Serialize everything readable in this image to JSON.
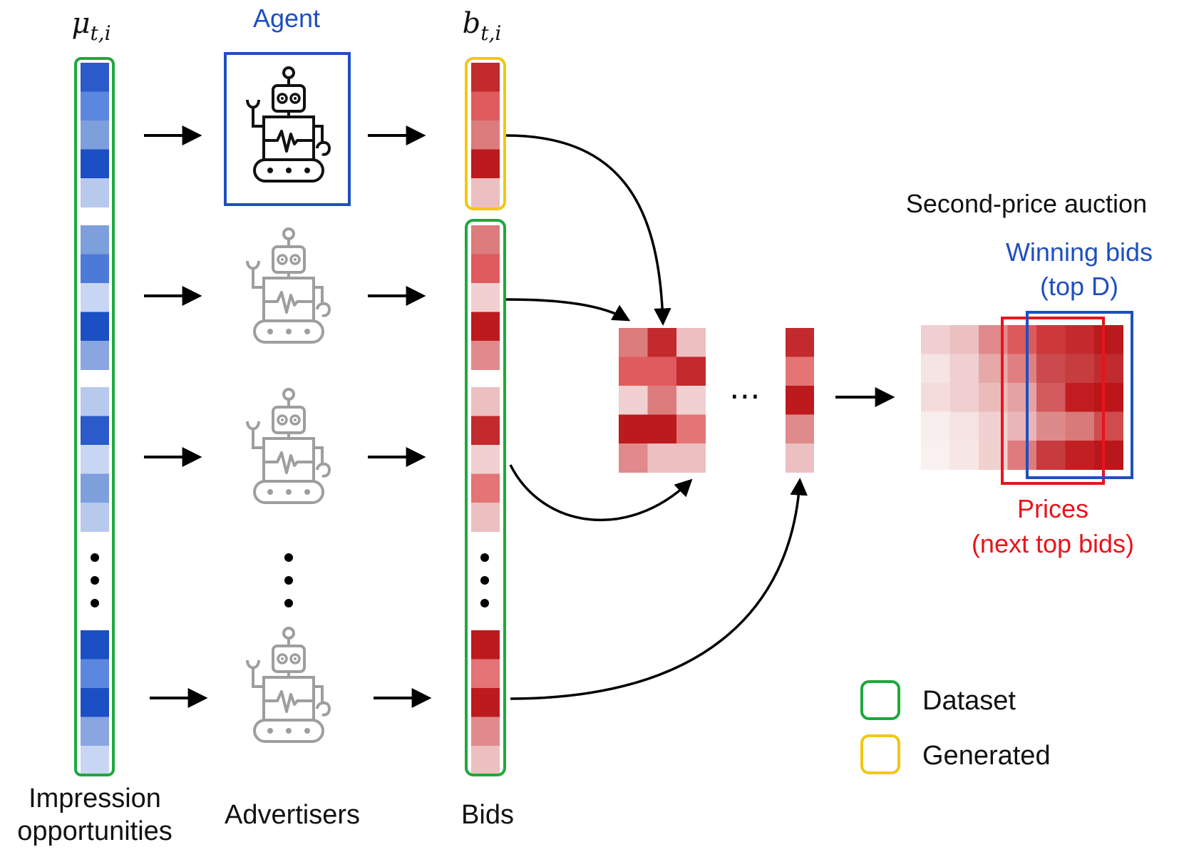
{
  "labels": {
    "mu_symbol": "μ",
    "mu_subscript": "t,i",
    "agent": "Agent",
    "b_symbol": "b",
    "b_subscript": "t,i",
    "impression_line1": "Impression",
    "impression_line2": "opportunities",
    "advertisers": "Advertisers",
    "bids": "Bids",
    "auction_title": "Second-price auction",
    "winning_line1": "Winning bids",
    "winning_line2": "(top D)",
    "prices_line1": "Prices",
    "prices_line2": "(next top bids)",
    "ellipsis": "⋯"
  },
  "legend": [
    {
      "label": "Dataset",
      "color": "#1ea83c"
    },
    {
      "label": "Generated",
      "color": "#f2c80f"
    }
  ],
  "colors": {
    "dataset_border": "#1ea83c",
    "generated_border": "#f2c80f",
    "agent_blue": "#1f4fbf",
    "prices_red": "#e8141c",
    "robot_agent": "#111111",
    "robot_other": "#9e9e9e",
    "arrow": "#000000"
  },
  "impression_column": {
    "segments": [
      [
        "#2a5bc9",
        "#5b87de",
        "#7d9fdc",
        "#1b4fc4",
        "#b8c9ee"
      ],
      [
        "#7d9fdc",
        "#4b7ad8",
        "#c9d6f3",
        "#1b4fc4",
        "#8aa6e0"
      ],
      [
        "#b8c9ee",
        "#2a5bc9",
        "#c9d6f3",
        "#7d9fdc",
        "#b8c9ee"
      ],
      [
        "#1b4fc4",
        "#5b87de",
        "#1b4fc4",
        "#8aa6e0",
        "#c9d6f3"
      ]
    ]
  },
  "bids_column": {
    "generated": [
      "#c22a2e",
      "#e05b5d",
      "#dc7c7d",
      "#bd1a1e",
      "#ecbfc0"
    ],
    "dataset": [
      [
        "#dc7c7d",
        "#e05b5d",
        "#f1d0d1",
        "#bd1a1e",
        "#e08a8c"
      ],
      [
        "#ecbfc0",
        "#c22a2e",
        "#f1d0d1",
        "#e47476",
        "#ecbfc0"
      ],
      [
        "#bd1a1e",
        "#e47476",
        "#bd1a1e",
        "#e08a8c",
        "#ecbfc0"
      ]
    ]
  },
  "bid_matrix": {
    "cells": [
      [
        "#dc7c7d",
        "#c22a2e",
        "#ecbfc0"
      ],
      [
        "#e05b5d",
        "#e05b5d",
        "#c22a2e"
      ],
      [
        "#f1d0d1",
        "#dc7c7d",
        "#f1d0d1"
      ],
      [
        "#bd1a1e",
        "#bd1a1e",
        "#e47476"
      ],
      [
        "#e08a8c",
        "#ecbfc0",
        "#ecbfc0"
      ]
    ],
    "last_column": [
      "#c22a2e",
      "#e47476",
      "#bd1a1e",
      "#e08a8c",
      "#ecbfc0"
    ]
  },
  "sorted_matrix": {
    "cells": [
      [
        "#f1cfd0",
        "#ecc0c1",
        "#e08a8c",
        "#dc5a5c",
        "#cf383b",
        "#c42a2d",
        "#ba191d"
      ],
      [
        "#f6e3e3",
        "#efcfd0",
        "#e6a8a9",
        "#e07f81",
        "#ca4a4d",
        "#c63c3f",
        "#bf2b2f"
      ],
      [
        "#f4dcdc",
        "#efcfd0",
        "#ebbbbc",
        "#e4a2a3",
        "#d25a5c",
        "#c11d21",
        "#bb1519"
      ],
      [
        "#f9eeee",
        "#f5e2e2",
        "#f0d0d0",
        "#eab5b6",
        "#dd8a8b",
        "#d8797a",
        "#cf4b4e"
      ],
      [
        "#faf0f0",
        "#f7e6e6",
        "#f1d0d0",
        "#de7b7d",
        "#c73a3e",
        "#c21f23",
        "#b8171b"
      ]
    ]
  }
}
